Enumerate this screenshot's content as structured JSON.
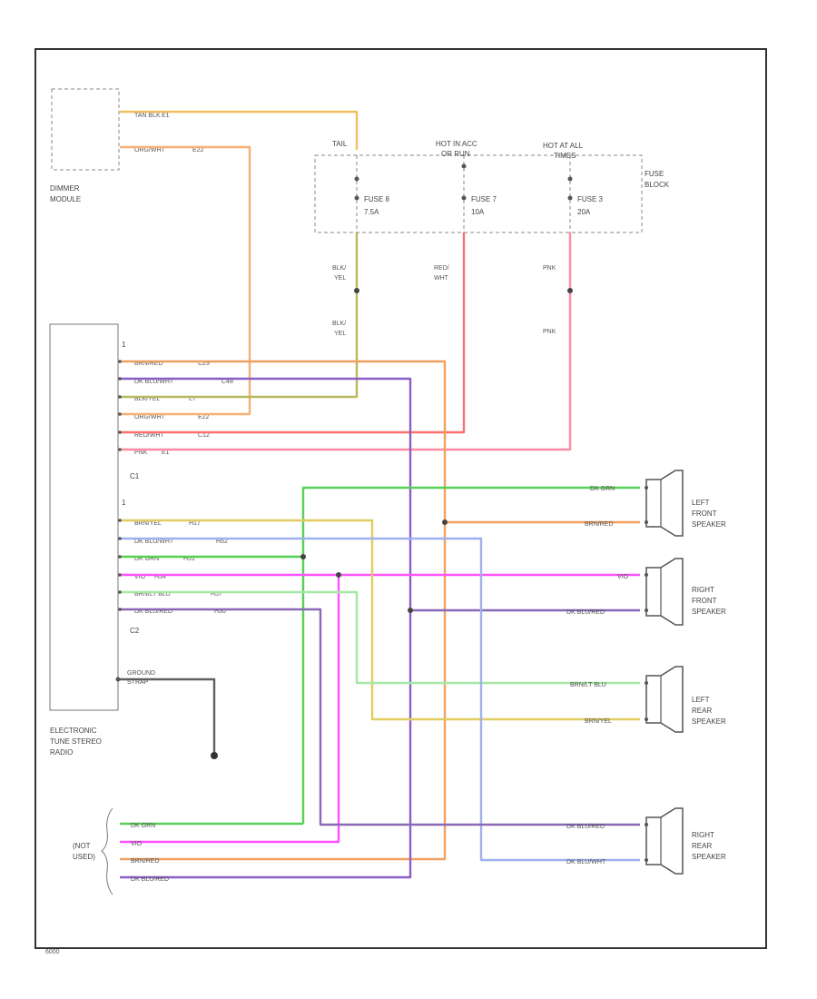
{
  "colors": {
    "tan_blk": "#f0c060",
    "org_wht": "#f6b073",
    "blk_yel": "#b8b860",
    "red_wht": "#ff6f6f",
    "pnk": "#ff8ca0",
    "brn_red": "#f2a060",
    "dk_blu_wht": "#8a5ec8",
    "brn_yel": "#e0cc60",
    "dk_blu_wht2": "#9fb0ee",
    "dk_grn": "#55d055",
    "vio": "#ff50ff",
    "brn_lt_blu": "#a6e6a6",
    "dk_blu_red": "#8a68b8",
    "ground": "#606060",
    "line": "#666666"
  },
  "components": {
    "dimmer": [
      "DIMMER",
      "MODULE"
    ],
    "radio": [
      "ELECTRONIC",
      "TUNE STEREO",
      "RADIO"
    ],
    "fuse_block": [
      "FUSE",
      "BLOCK"
    ],
    "lf_speaker": [
      "LEFT",
      "FRONT",
      "SPEAKER"
    ],
    "rf_speaker": [
      "RIGHT",
      "FRONT",
      "SPEAKER"
    ],
    "lr_speaker": [
      "LEFT",
      "REAR",
      "SPEAKER"
    ],
    "rr_speaker": [
      "RIGHT",
      "REAR",
      "SPEAKER"
    ],
    "not_used": [
      "(NOT",
      "USED)"
    ]
  },
  "fuse_headers": {
    "tail": "TAIL",
    "hot_acc": [
      "HOT IN ACC",
      "OR RUN"
    ],
    "hot_all": [
      "HOT AT ALL",
      "TIMES"
    ]
  },
  "fuses": [
    {
      "name": "FUSE 8",
      "rating": "7.5A"
    },
    {
      "name": "FUSE 7",
      "rating": "10A"
    },
    {
      "name": "FUSE 3",
      "rating": "20A"
    }
  ],
  "connectors": {
    "c1": "C1",
    "c2": "C2"
  },
  "ground": [
    "GROUND",
    "STRAP"
  ],
  "wire_labels": {
    "dimmer_tan_blk": "TAN BLK",
    "dimmer_org_wht": "ORG/WHT",
    "dimmer_tan_blk_code": "E1",
    "dimmer_org_wht_code": "E22",
    "blk_yel_upper": [
      "BLK/",
      "YEL"
    ],
    "blk_yel_lower": [
      "BLK/",
      "YEL"
    ],
    "red_wht": [
      "RED/",
      "WHT"
    ],
    "pnk_upper": "PNK",
    "pnk_lower": "PNK"
  },
  "c1_wires": [
    {
      "name": "BRN/RED",
      "code": "C29"
    },
    {
      "name": "DK BLU/WHT",
      "code": "C48"
    },
    {
      "name": "BLK/YEL",
      "code": "L7"
    },
    {
      "name": "ORG/WHT",
      "code": "E22"
    },
    {
      "name": "RED/WHT",
      "code": "C12"
    },
    {
      "name": "PNK",
      "code": "E1"
    }
  ],
  "c2_wires": [
    {
      "name": "BRN/YEL",
      "code": "H17"
    },
    {
      "name": "DK BLU/WHT",
      "code": "H52"
    },
    {
      "name": "DK GRN",
      "code": "H51"
    },
    {
      "name": "VIO",
      "code": "H54"
    },
    {
      "name": "BRN/LT BLU",
      "code": "H57"
    },
    {
      "name": "DK BLU/RED",
      "code": "H30"
    }
  ],
  "speaker_wires": {
    "lf_1": "DK GRN",
    "lf_2": "BRN/RED",
    "rf_1": "VIO",
    "rf_2": "DK BLU/RED",
    "lr_1": "BRN/LT BLU",
    "lr_2": "BRN/YEL",
    "rr_1": "DK BLU/RED",
    "rr_2": "DK BLU/WHT"
  },
  "not_used_wires": [
    "DK GRN",
    "VIO",
    "BRN/RED",
    "DK BLU/RED"
  ],
  "pin_numbers": {
    "c1_top": "1",
    "c2_top": "1"
  },
  "footer_code": "6000"
}
